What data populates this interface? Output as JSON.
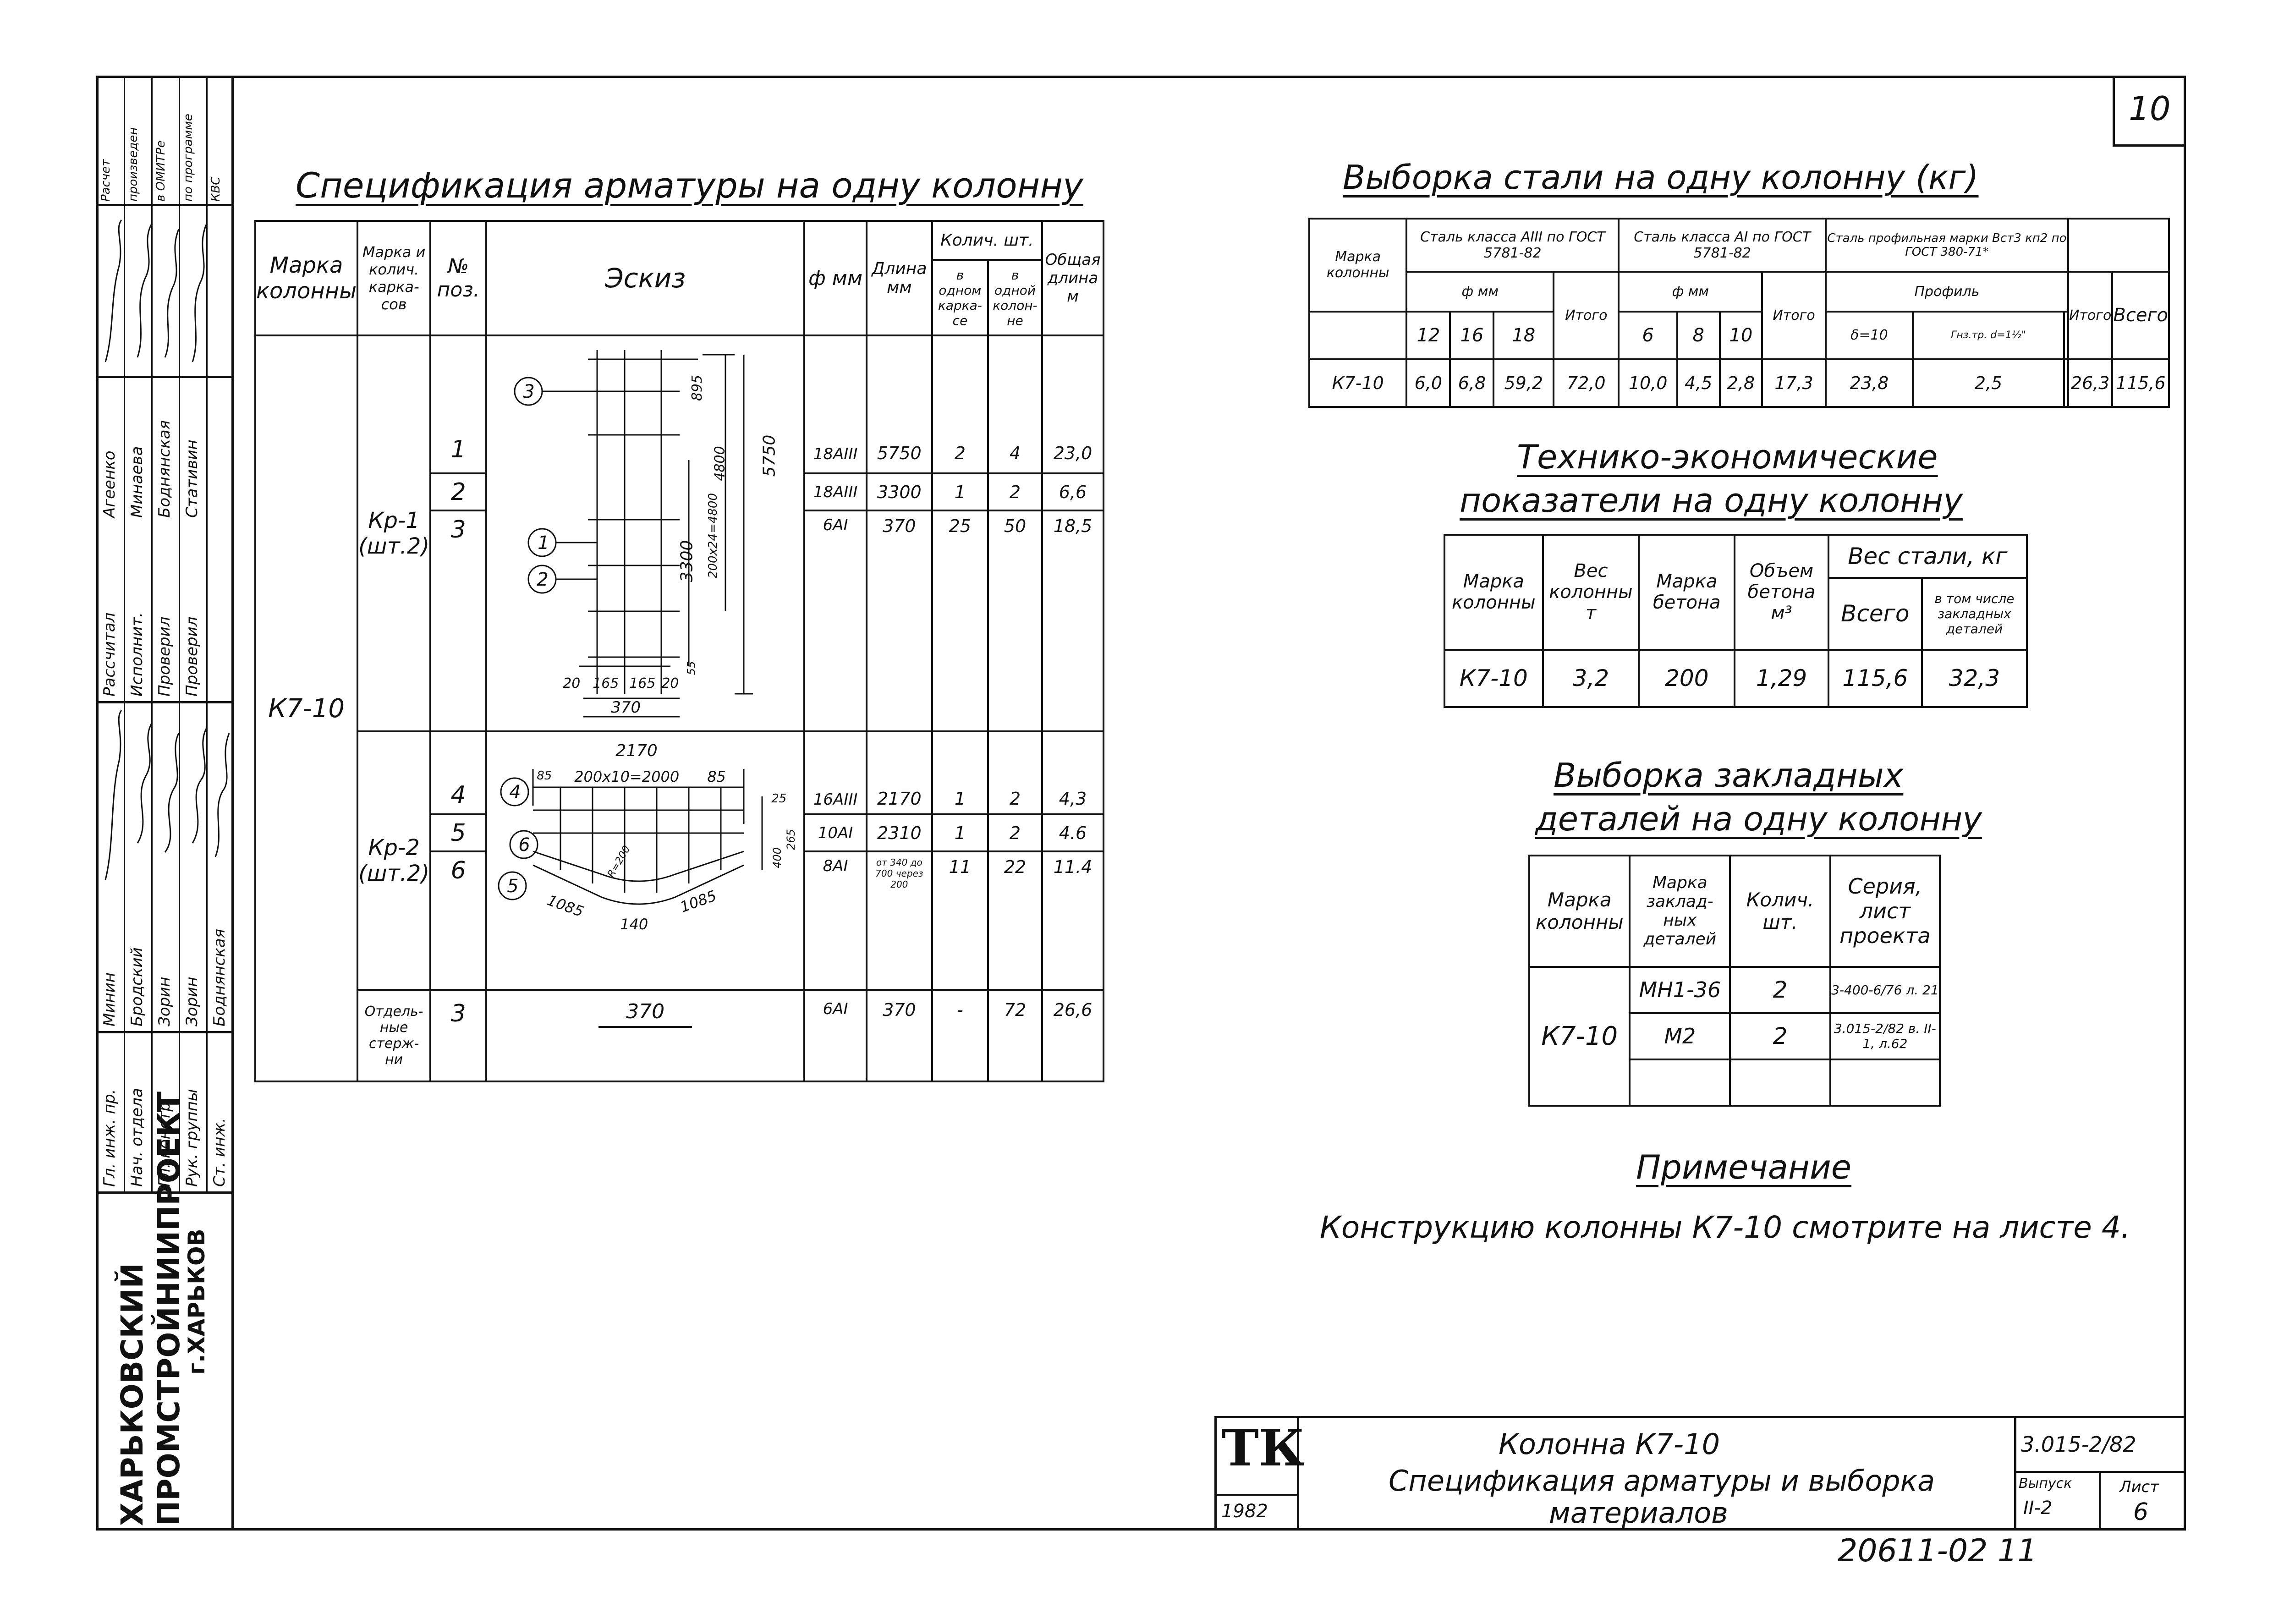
{
  "sheet_number": "10",
  "sidebar": {
    "org": [
      "ХАРЬКОВСКИЙ",
      "ПРОМСТРОЙНИИПРОЕКТ",
      "г.ХАРЬКОВ"
    ],
    "calc_note": [
      "Расчет",
      "произведен",
      "в ОМИТРе",
      "по программе",
      "КВС"
    ],
    "roles": [
      "Гл. инж. пр.",
      "Нач. отдела",
      "Гл. констр.",
      "Рук. группы",
      "Ст. инж.",
      "Рассчитал",
      "Исполнит.",
      "Проверил",
      "Проверил"
    ],
    "names": [
      "Минин",
      "Бродский",
      "Зорин",
      "Зорин",
      "Боднянская",
      "Агеенко",
      "Минаева",
      "Боднянская",
      "Стативин"
    ]
  },
  "spec": {
    "title": "Спецификация арматуры на одну колонну",
    "headers": {
      "mark": "Марка колонны",
      "frame": "Марка и колич. карка- сов",
      "pos": "№ поз.",
      "sketch": "Эскиз",
      "dia": "ф мм",
      "len": "Длина мм",
      "qty": "Колич. шт.",
      "qty_one": "в одном карка- се",
      "qty_col": "в одной колон- не",
      "total": "Общая длина м"
    },
    "column_mark": "К7-10",
    "rows": [
      {
        "frame": "Кр-1 (шт.2)",
        "pos": "1",
        "dia": "18AIII",
        "len": "5750",
        "q1": "2",
        "q2": "4",
        "total": "23,0"
      },
      {
        "frame": "",
        "pos": "2",
        "dia": "18AIII",
        "len": "3300",
        "q1": "1",
        "q2": "2",
        "total": "6,6"
      },
      {
        "frame": "",
        "pos": "3",
        "dia": "6AI",
        "len": "370",
        "q1": "25",
        "q2": "50",
        "total": "18,5"
      },
      {
        "frame": "Кр-2 (шт.2)",
        "pos": "4",
        "dia": "16AIII",
        "len": "2170",
        "q1": "1",
        "q2": "2",
        "total": "4,3"
      },
      {
        "frame": "",
        "pos": "5",
        "dia": "10AI",
        "len": "2310",
        "q1": "1",
        "q2": "2",
        "total": "4.6"
      },
      {
        "frame": "",
        "pos": "6",
        "dia": "8AI",
        "len": "от 340 до 700 через 200",
        "q1": "11",
        "q2": "22",
        "total": "11.4"
      },
      {
        "frame": "Отдель- ные стерж- ни",
        "pos": "3",
        "dia": "6AI",
        "len": "370",
        "q1": "-",
        "q2": "72",
        "total": "26,6"
      }
    ],
    "sketch1": {
      "d1": "895",
      "d2": "4800",
      "d3": "5750",
      "d4": "3300",
      "d5": "200x24=4800",
      "d6": "20",
      "d7": "165",
      "d8": "165",
      "d9": "20",
      "d10": "370",
      "d11": "55",
      "m1": "3",
      "m2": "1",
      "m3": "2"
    },
    "sketch2": {
      "d1": "2170",
      "d2": "85",
      "d3": "200x10=2000",
      "d4": "85",
      "d5": "25",
      "d6": "400",
      "d7": "265",
      "d8": "R=200",
      "d9": "1085",
      "d10": "140",
      "d11": "1085",
      "m1": "4",
      "m2": "6",
      "m3": "5"
    },
    "sketch3": {
      "d1": "370"
    }
  },
  "steel": {
    "title": "Выборка стали на одну колонну (кг)",
    "h_mark": "Марка колонны",
    "h_a3": "Сталь класса AIII по ГОСТ 5781-82",
    "h_a1": "Сталь класса AI по ГОСТ 5781-82",
    "h_prof": "Сталь профильная марки Вст3 кп2 по ГОСТ 380-71*",
    "h_dia": "ф мм",
    "h_profile": "Профиль",
    "h_sum": "Итого",
    "h_all": "Всего",
    "sub": [
      "12",
      "16",
      "18",
      "Итого",
      "6",
      "8",
      "10",
      "Итого",
      "δ=10",
      "Гнз.тр. d=1½\"",
      "",
      "Итого",
      "Всего"
    ],
    "row": [
      "К7-10",
      "6,0",
      "6,8",
      "59,2",
      "72,0",
      "10,0",
      "4,5",
      "2,8",
      "17,3",
      "23,8",
      "2,5",
      "",
      "26,3",
      "115,6"
    ]
  },
  "tech": {
    "title1": "Технико-экономические",
    "title2": "показатели на одну колонну",
    "h_mark": "Марка колонны",
    "h_weight": "Вес колонны т",
    "h_concrete": "Марка бетона",
    "h_volume": "Объем бетона м³",
    "h_steel": "Вес стали, кг",
    "h_all": "Всего",
    "h_incl": "в том числе закладных деталей",
    "row": [
      "К7-10",
      "3,2",
      "200",
      "1,29",
      "115,6",
      "32,3"
    ]
  },
  "emb": {
    "title1": "Выборка закладных",
    "title2": "деталей на одну колонну",
    "h_mark": "Марка колонны",
    "h_part": "Марка заклад- ных деталей",
    "h_qty": "Колич. шт.",
    "h_series": "Серия, лист проекта",
    "mark": "К7-10",
    "rows": [
      {
        "part": "МН1-36",
        "qty": "2",
        "series": "3-400-6/76 л. 21"
      },
      {
        "part": "М2",
        "qty": "2",
        "series": "3.015-2/82 в. II-1, л.62"
      }
    ]
  },
  "note": {
    "title": "Примечание",
    "text": "Конструкцию колонны К7-10 смотрите на листе 4."
  },
  "stamp": {
    "tk": "ТК",
    "year": "1982",
    "title1": "Колонна К7-10",
    "title2": "Спецификация арматуры и выборка",
    "title3": "материалов",
    "series": "3.015-2/82",
    "issue_label": "Выпуск",
    "issue": "II-2",
    "sheet_label": "Лист",
    "sheet": "6"
  },
  "archive_no": "20611-02 11"
}
